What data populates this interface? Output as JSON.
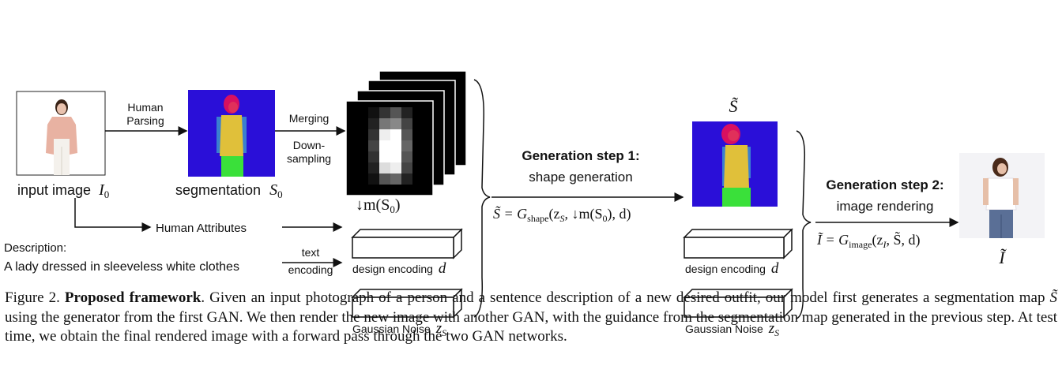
{
  "diagram": {
    "labels": {
      "input_image": "input image",
      "input_image_sym": "I",
      "input_image_sub": "0",
      "segmentation": "segmentation",
      "segmentation_sym": "S",
      "segmentation_sub": "0",
      "human_parsing_1": "Human",
      "human_parsing_2": "Parsing",
      "merging": "Merging",
      "downsampling_1": "Down-",
      "downsampling_2": "sampling",
      "downsampled_map": "↓m(S",
      "downsampled_map_sub": "0",
      "downsampled_map_close": ")",
      "human_attributes": "Human Attributes",
      "description_title": "Description:",
      "description_text": "A lady dressed in sleeveless white clothes",
      "text_encoding_1": "text",
      "text_encoding_2": "encoding",
      "design_encoding": "design encoding",
      "design_encoding_sym": "d",
      "gaussian_noise": "Gaussian Noise",
      "gaussian_noise_sym": "z",
      "gaussian_noise_sub": "S",
      "step1_title": "Generation step 1:",
      "step1_subtitle": "shape generation",
      "step1_formula": "S̃ = G",
      "step1_formula_sub": "shape",
      "step1_formula_args": "(z",
      "step1_formula_args2": ", ↓m(S",
      "step1_formula_args3": "), d)",
      "shape_output_sym": "S̃",
      "step2_title": "Generation step 2:",
      "step2_subtitle": "image rendering",
      "step2_formula": "Ĩ = G",
      "step2_formula_sub": "image",
      "step2_formula_args": "(z",
      "step2_formula_args2": ", S̃, d)",
      "final_output_sym": "Ĩ"
    },
    "colors": {
      "seg_background": "#2a0fd8",
      "seg_torso": "#e0c03a",
      "seg_arms": "#3a7fd0",
      "seg_legs": "#3ae03a",
      "seg_head": "#e0305a",
      "seg_hair": "#d81060"
    }
  },
  "caption": {
    "figure_label": "Figure 2.",
    "bold_title": "Proposed framework",
    "text_1": ". Given an input photograph of a person and a sentence description of a new desired outfit, our model first generates a segmentation map ",
    "symbol": "S̃",
    "text_2": " using the generator from the first GAN. We then render the new image with another GAN, with the guidance from the segmentation map generated in the previous step. At test time, we obtain the final rendered image with a forward pass through the two GAN networks."
  }
}
